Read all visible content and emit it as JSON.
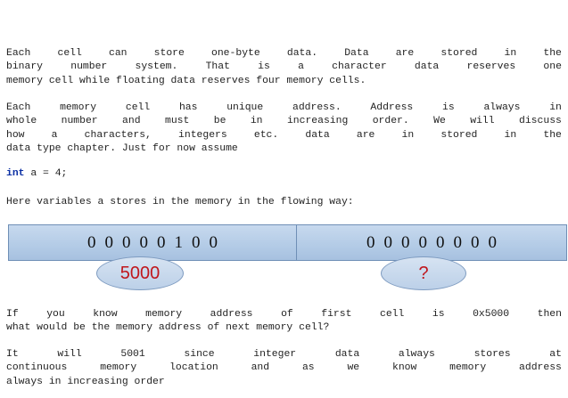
{
  "para1": {
    "lines": [
      [
        "Each",
        "cell",
        "can",
        "store",
        "one-byte",
        "data.",
        "Data",
        "are",
        "stored",
        "in",
        "the"
      ],
      [
        "binary",
        "number",
        "system.",
        "That",
        "is",
        "a",
        "character",
        "data",
        "reserves",
        "one"
      ]
    ],
    "last": "memory cell while floating data reserves four memory cells."
  },
  "para2": {
    "lines": [
      [
        "Each",
        "memory",
        "cell",
        "has",
        "unique",
        "address.",
        "Address",
        "is",
        "always",
        "in"
      ],
      [
        "whole",
        "number",
        "and",
        "must",
        "be",
        "in",
        "increasing",
        "order.",
        "We",
        "will",
        "discuss"
      ],
      [
        "how",
        "a",
        "characters,",
        "integers",
        "etc.",
        "data",
        "are",
        "in",
        "stored",
        "in",
        "the"
      ]
    ],
    "last": "data type chapter. Just for now assume"
  },
  "code": {
    "keyword": "int",
    "rest": " a = 4;"
  },
  "para3": {
    "text": "Here variables a stores in the memory in the flowing way:"
  },
  "memory": {
    "cell1_bits": [
      "0",
      "0",
      "0",
      "0",
      "0",
      "1",
      "0",
      "0"
    ],
    "cell2_bits": [
      "0",
      "0",
      "0",
      "0",
      "0",
      "0",
      "0",
      "0"
    ],
    "addr1": "5000",
    "addr2": "?",
    "addr_color": "#c0161c",
    "bar_color": "#b3cbe6"
  },
  "para4": {
    "lines": [
      [
        "If",
        "you",
        "know",
        "memory",
        "address",
        "of",
        "first",
        "cell",
        "is",
        "0x5000",
        "then"
      ]
    ],
    "last": "what would be the memory address of next memory cell?"
  },
  "para5": {
    "lines": [
      [
        "It",
        "will",
        "5001",
        "since",
        "integer",
        "data",
        "always",
        "stores",
        "at"
      ],
      [
        "continuous",
        "memory",
        "location",
        "and",
        "as",
        "we",
        "know",
        "memory",
        "address"
      ]
    ],
    "last": "always in increasing order"
  }
}
